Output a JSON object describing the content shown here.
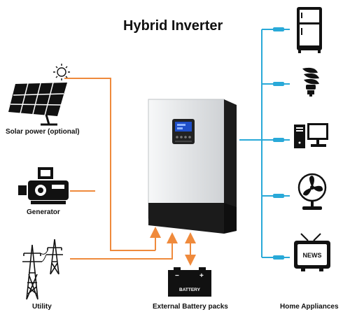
{
  "title": "Hybrid Inverter",
  "sources": {
    "solar": "Solar power (optional)",
    "generator": "Generator",
    "utility": "Utility"
  },
  "battery": {
    "caption": "External Battery packs",
    "label": "BATTERY"
  },
  "appliances": {
    "caption": "Home Appliances",
    "items": [
      "refrigerator",
      "light bulb",
      "computer",
      "fan",
      "television"
    ],
    "tv_text": "NEWS"
  },
  "colors": {
    "source_line": "#ef8a3c",
    "load_line": "#29a9d8",
    "inverter_body": "#e6e8ea",
    "inverter_dark": "#1a1a1a",
    "display": "#1f4fc8"
  },
  "icons": [
    "sun-icon",
    "solar-panel-icon",
    "generator-icon",
    "utility-tower-icon",
    "battery-icon",
    "refrigerator-icon",
    "light-bulb-icon",
    "computer-icon",
    "fan-icon",
    "tv-icon"
  ]
}
